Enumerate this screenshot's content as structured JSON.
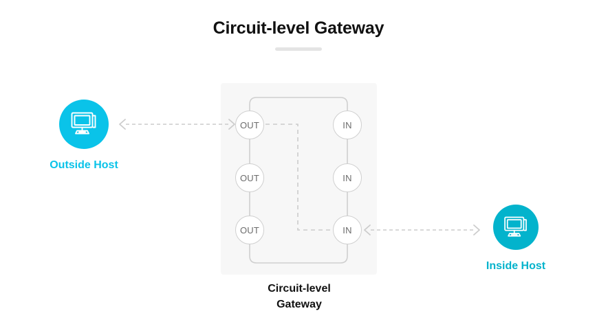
{
  "page": {
    "title": "Circuit-level Gateway",
    "background": "#ffffff"
  },
  "colors": {
    "title_text": "#111111",
    "outside_accent": "#0ac3e9",
    "inside_accent": "#03b3cc",
    "panel_background": "#f7f7f7",
    "wire": "#cfcfcf",
    "dashed_wire": "#cccccc",
    "arrow": "#cccccc",
    "node_text": "#6b6b6b",
    "title_rule": "#e4e4e4"
  },
  "hosts": {
    "outside": {
      "label": "Outside Host",
      "icon": "desktop-monitor-icon"
    },
    "inside": {
      "label": "Inside Host",
      "icon": "desktop-monitor-icon"
    }
  },
  "gateway": {
    "caption_line1": "Circuit-level",
    "caption_line2": "Gateway",
    "out_nodes": [
      {
        "label": "OUT"
      },
      {
        "label": "OUT"
      },
      {
        "label": "OUT"
      }
    ],
    "in_nodes": [
      {
        "label": "IN"
      },
      {
        "label": "IN"
      },
      {
        "label": "IN"
      }
    ]
  },
  "connections": {
    "outside_link": "bidirectional-dashed-arrow",
    "inside_link": "bidirectional-dashed-arrow",
    "internal_circuit": "dashed-path-out1-to-in3"
  }
}
